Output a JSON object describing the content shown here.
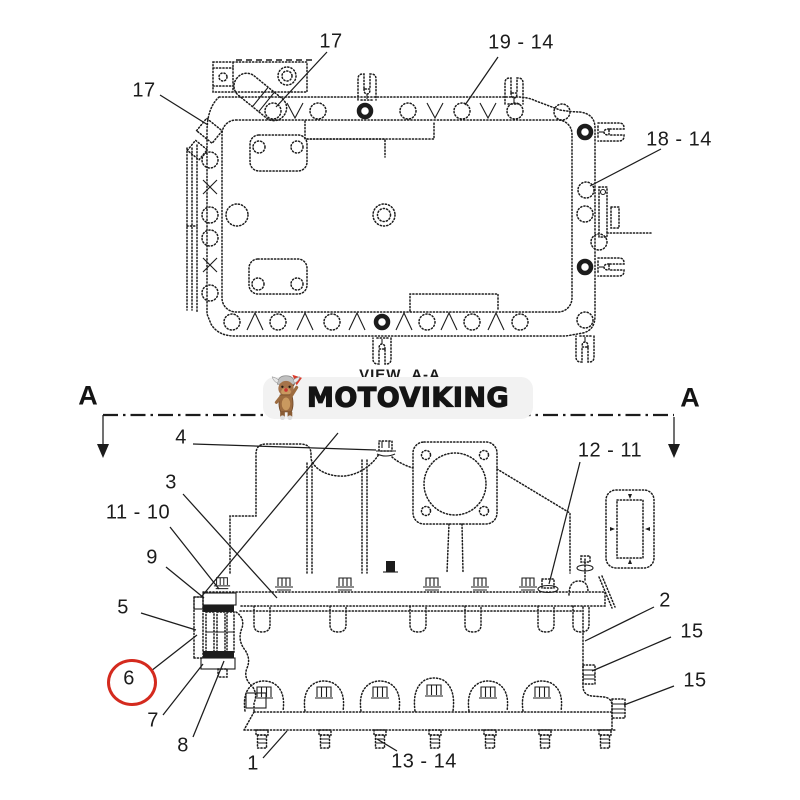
{
  "drawing": {
    "view_label": "VIEW  A-A",
    "section_letter_left": "A",
    "section_letter_right": "A",
    "type": "exploded-parts-line-drawing",
    "views": [
      "top view of manifold cover",
      "side elevation section A-A of manifold"
    ]
  },
  "watermark": {
    "brand": "MOTOVIKING",
    "logo_icon": "viking-dog-with-axe",
    "band_color": "#f2f2f2",
    "text_color": "#141414",
    "logo_colors": {
      "body": "#9c6b3f",
      "helmet": "#c0c0c0",
      "axe": "#d93a2b"
    }
  },
  "colors": {
    "line": "#1c1c1c",
    "background": "#ffffff",
    "highlight_red": "#d42a1e"
  },
  "labels": {
    "t17_left": "17",
    "t17_top": "17",
    "t19_14": "19 - 14",
    "t18_14": "18 - 14",
    "b4": "4",
    "b3": "3",
    "b11_10": "11 - 10",
    "b9": "9",
    "b5": "5",
    "b6": "6",
    "b7": "7",
    "b8": "8",
    "b1": "1",
    "b13_14": "13 - 14",
    "b12_11": "12 - 11",
    "b2": "2",
    "b15_upper": "15",
    "b15_lower": "15"
  },
  "highlight": {
    "circled_item": "6"
  }
}
